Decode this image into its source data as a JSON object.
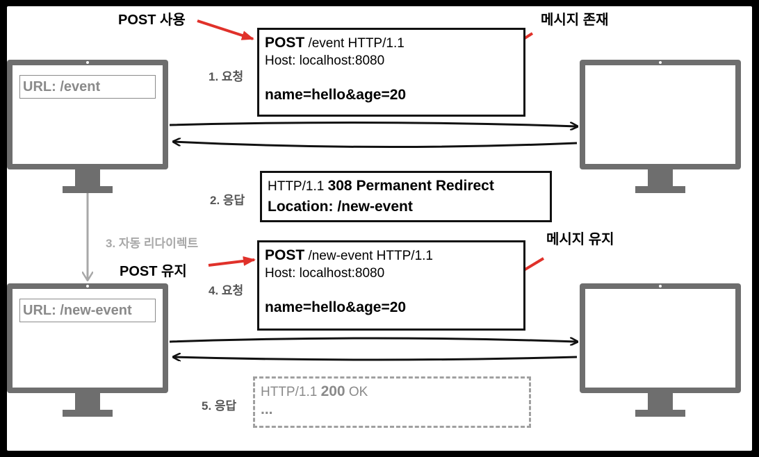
{
  "annotations": {
    "post_use": "POST 사용",
    "message_exists": "메시지 존재",
    "post_keep": "POST 유지",
    "message_keep": "메시지 유지"
  },
  "steps": {
    "s1": "1. 요청",
    "s2": "2. 응답",
    "s3": "3. 자동 리다이렉트",
    "s4": "4. 요청",
    "s5": "5. 응답"
  },
  "clients": {
    "top_url": "URL: /event",
    "bottom_url": "URL: /new-event"
  },
  "request1": {
    "method": "POST",
    "line_rest": " /event HTTP/1.1",
    "host": "Host: localhost:8080",
    "body": "name=hello&age=20"
  },
  "response2": {
    "version": "HTTP/1.1 ",
    "status": "308 Permanent Redirect",
    "location": "Location: /new-event"
  },
  "request4": {
    "method": "POST",
    "line_rest": " /new-event HTTP/1.1",
    "host": "Host: localhost:8080",
    "body": "name=hello&age=20"
  },
  "response5": {
    "version": "HTTP/1.1 ",
    "status": "200",
    "status_text": " OK",
    "more": "..."
  },
  "colors": {
    "arrow_red": "#e0312a",
    "monitor_gray": "#6e6e6e"
  }
}
